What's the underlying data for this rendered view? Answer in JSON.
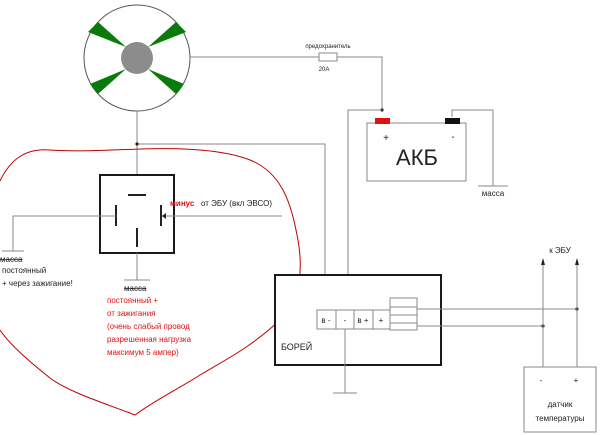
{
  "colors": {
    "fan_blades": "#0a7a0a",
    "fan_hub": "#8c8c8c",
    "battery_plus_terminal": "#e01010",
    "battery_minus_terminal": "#111111",
    "annotation": "#e01010",
    "outline_circle": "#c00000"
  },
  "fuse": {
    "label": "предохранитель",
    "rating": "20А"
  },
  "battery": {
    "title": "АКБ",
    "plus": "+",
    "minus": "-",
    "ground_label": "масса"
  },
  "relay": {
    "control_label_red": "минус",
    "control_label": "от ЭБУ (вкл ЭВСО)",
    "left_ground_struck": "масса",
    "left_note_line1": "постоянный",
    "left_note_line2": "+ через зажигание!",
    "bottom_ground_struck": "масса",
    "bottom_note": [
      "постоянный +",
      "от зажигания",
      "(очень слабый провод",
      "разрешенная нагрузка",
      "максимум 5 ампер)"
    ]
  },
  "controller": {
    "name": "БОРЕЙ",
    "terminals": [
      "в -",
      "-",
      "в +",
      "+"
    ]
  },
  "sensor": {
    "to_ecu": "к ЭБУ",
    "minus": "-",
    "plus": "+",
    "label_line1": "датчик",
    "label_line2": "температуры"
  }
}
